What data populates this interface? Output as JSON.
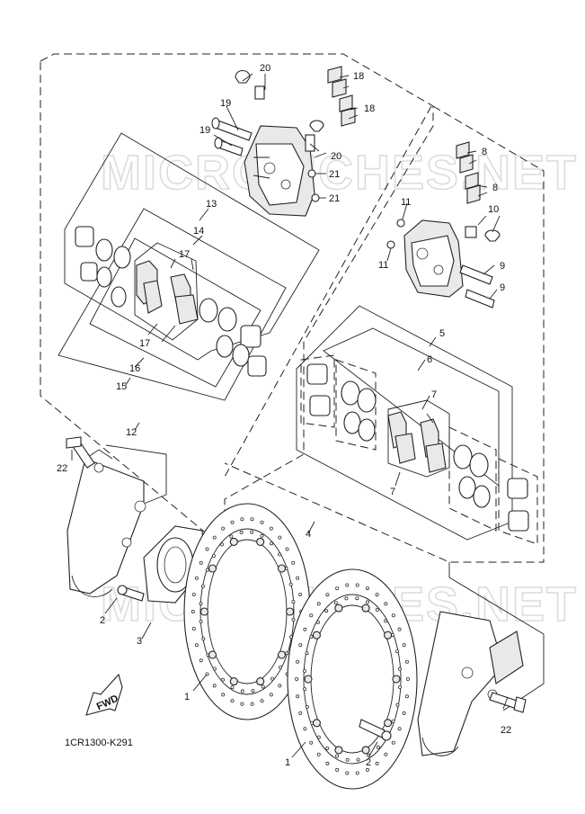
{
  "diagram": {
    "code": "1CR1300-K291",
    "watermark": "MICROFICHES.NET",
    "fwd_label": "FWD",
    "callouts": {
      "c1a": "1",
      "c1b": "1",
      "c2a": "2",
      "c2b": "2",
      "c3": "3",
      "c4": "4",
      "c5": "5",
      "c6": "6",
      "c7a": "7",
      "c7b": "7",
      "c8a": "8",
      "c8b": "8",
      "c9a": "9",
      "c9b": "9",
      "c10": "10",
      "c11a": "11",
      "c11b": "11",
      "c12": "12",
      "c13": "13",
      "c14": "14",
      "c15": "15",
      "c16": "16",
      "c17a": "17",
      "c17b": "17",
      "c18a": "18",
      "c18b": "18",
      "c19a": "19",
      "c19b": "19",
      "c20a": "20",
      "c20b": "20",
      "c21a": "21",
      "c21b": "21",
      "c22a": "22",
      "c22b": "22"
    }
  }
}
